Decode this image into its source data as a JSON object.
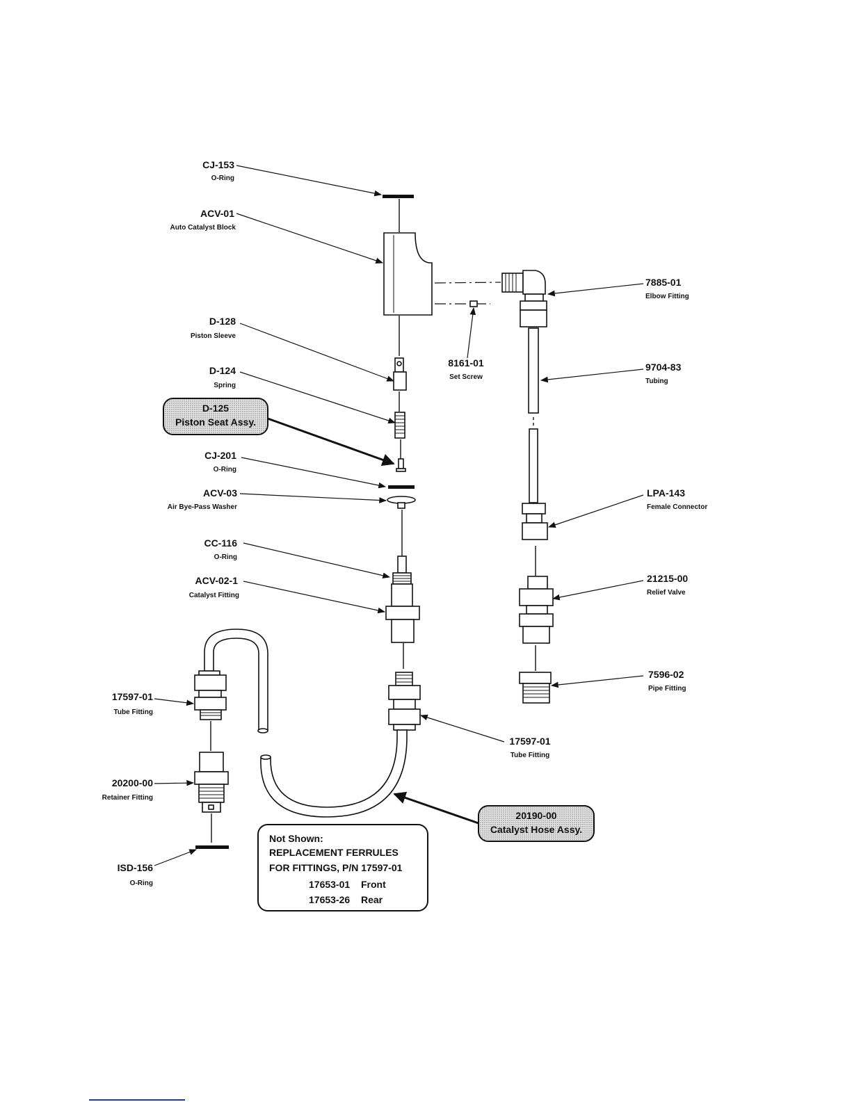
{
  "parts": {
    "cj153": {
      "pn": "CJ-153",
      "desc": "O-Ring"
    },
    "acv01": {
      "pn": "ACV-01",
      "desc": "Auto Catalyst Block"
    },
    "e7885": {
      "pn": "7885-01",
      "desc": "Elbow Fitting"
    },
    "d128": {
      "pn": "D-128",
      "desc": "Piston Sleeve"
    },
    "s8161": {
      "pn": "8161-01",
      "desc": "Set Screw"
    },
    "t9704": {
      "pn": "9704-83",
      "desc": "Tubing"
    },
    "d124": {
      "pn": "D-124",
      "desc": "Spring"
    },
    "cj201": {
      "pn": "CJ-201",
      "desc": "O-Ring"
    },
    "lpa143": {
      "pn": "LPA-143",
      "desc": "Female Connector"
    },
    "acv03": {
      "pn": "ACV-03",
      "desc": "Air Bye-Pass Washer"
    },
    "cc116": {
      "pn": "CC-116",
      "desc": "O-Ring"
    },
    "acv021": {
      "pn": "ACV-02-1",
      "desc": "Catalyst Fitting"
    },
    "rv21215": {
      "pn": "21215-00",
      "desc": "Relief Valve"
    },
    "pf7596": {
      "pn": "7596-02",
      "desc": "Pipe Fitting"
    },
    "tf17597a": {
      "pn": "17597-01",
      "desc": "Tube Fitting"
    },
    "tf17597b": {
      "pn": "17597-01",
      "desc": "Tube Fitting"
    },
    "rf20200": {
      "pn": "20200-00",
      "desc": "Retainer Fitting"
    },
    "isd156": {
      "pn": "ISD-156",
      "desc": "O-Ring"
    }
  },
  "callouts": {
    "d125": {
      "line1": "D-125",
      "line2": "Piston Seat Assy."
    },
    "hose": {
      "line1": "20190-00",
      "line2": "Catalyst Hose Assy."
    }
  },
  "note": {
    "title": "Not Shown:",
    "line1": "REPLACEMENT FERRULES",
    "line2": "FOR FITTINGS, P/N 17597-01",
    "items": [
      {
        "pn": "17653-01",
        "label": "Front"
      },
      {
        "pn": "17653-26",
        "label": "Rear"
      }
    ]
  },
  "colors": {
    "ink": "#111111",
    "callout_fill": "#c8c8c8",
    "footer_line": "#1a33cc"
  }
}
